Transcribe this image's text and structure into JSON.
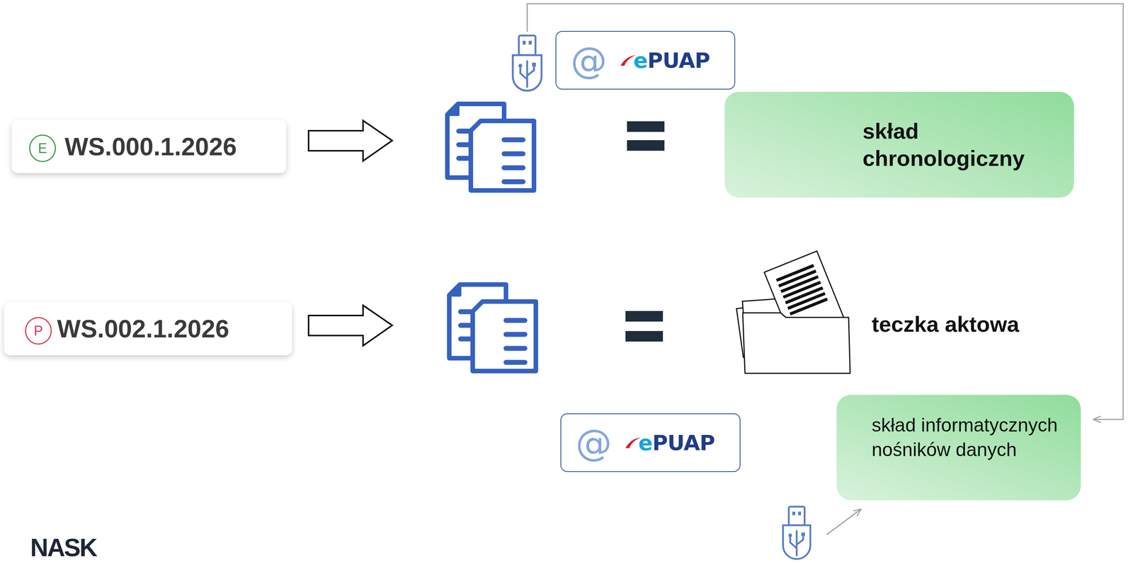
{
  "diagram": {
    "nodes": [
      {
        "text": [
          "@",
          "ePUAP"
        ]
      },
      {
        "text": [
          "WS.000.1.2026"
        ]
      },
      {
        "text": [
          "E"
        ],
        "in": 1
      },
      {
        "text": [
          "skład chronologiczny"
        ]
      },
      {
        "text": [
          "WS.002.1.2026"
        ]
      },
      {
        "text": [
          "P"
        ],
        "in": 4
      },
      {
        "text": [
          "@",
          "ePUAP"
        ]
      },
      {
        "text": [
          "skład informatycznych nośników danych"
        ]
      }
    ],
    "labels": [
      "teczka aktowa",
      "NASK"
    ]
  }
}
